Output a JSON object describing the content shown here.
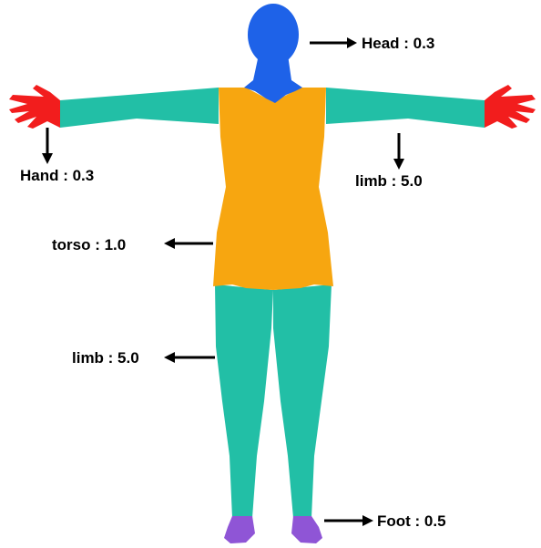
{
  "labels": {
    "head": "Head : 0.3",
    "hand": "Hand : 0.3",
    "limb_arm": "limb : 5.0",
    "torso": "torso : 1.0",
    "limb_leg": "limb : 5.0",
    "foot": "Foot : 0.5"
  },
  "colors": {
    "head": "#1e62e8",
    "hands": "#f21d1d",
    "limbs": "#22bfa6",
    "torso": "#f7a610",
    "feet": "#8f55d6",
    "arrow": "#000000"
  }
}
